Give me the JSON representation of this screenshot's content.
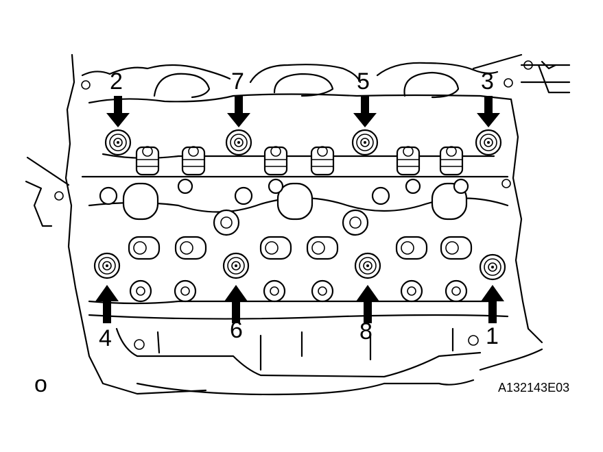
{
  "view_marker": "o",
  "figure_code": "A132143E03",
  "bolts": [
    {
      "number": "1",
      "arrow": "up"
    },
    {
      "number": "2",
      "arrow": "down"
    },
    {
      "number": "3",
      "arrow": "down"
    },
    {
      "number": "4",
      "arrow": "up"
    },
    {
      "number": "5",
      "arrow": "down"
    },
    {
      "number": "6",
      "arrow": "up"
    },
    {
      "number": "7",
      "arrow": "down"
    },
    {
      "number": "8",
      "arrow": "up"
    }
  ],
  "colors": {
    "line": "#000000",
    "background": "#ffffff"
  }
}
